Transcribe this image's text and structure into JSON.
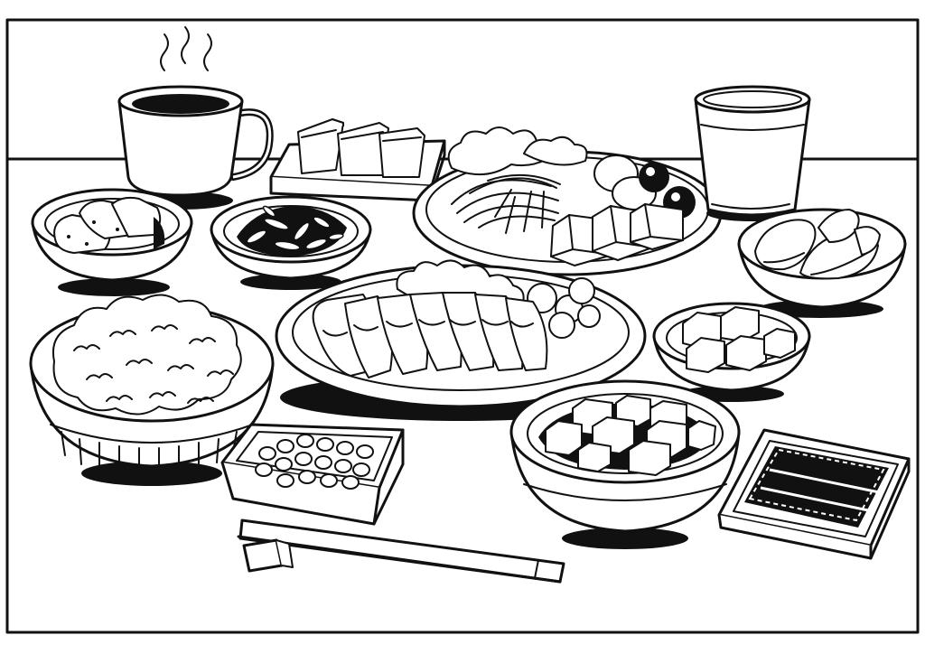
{
  "illustration": {
    "style": "black-and-white line art, coloring page",
    "colors": {
      "ink": "#111111",
      "paper": "#ffffff"
    },
    "frame": {
      "border": true
    },
    "items": [
      {
        "name": "coffee-cup",
        "steaming": true
      },
      {
        "name": "sliced-tofu-tray",
        "pieces": 3
      },
      {
        "name": "salad-plate",
        "contents": [
          "lettuce",
          "shredded-cabbage",
          "eggs",
          "olives",
          "tofu-cubes"
        ]
      },
      {
        "name": "glass-of-juice"
      },
      {
        "name": "pickled-radish-bowl"
      },
      {
        "name": "hijiki-bowl"
      },
      {
        "name": "potato-wedges-bowl"
      },
      {
        "name": "rice-bowl"
      },
      {
        "name": "tonkatsu-plate",
        "slices": 7
      },
      {
        "name": "tofu-cubes-bowl"
      },
      {
        "name": "natto-tray"
      },
      {
        "name": "miso-soup-bowl"
      },
      {
        "name": "nori-sheets-tray"
      },
      {
        "name": "chopsticks-with-rest"
      }
    ]
  }
}
